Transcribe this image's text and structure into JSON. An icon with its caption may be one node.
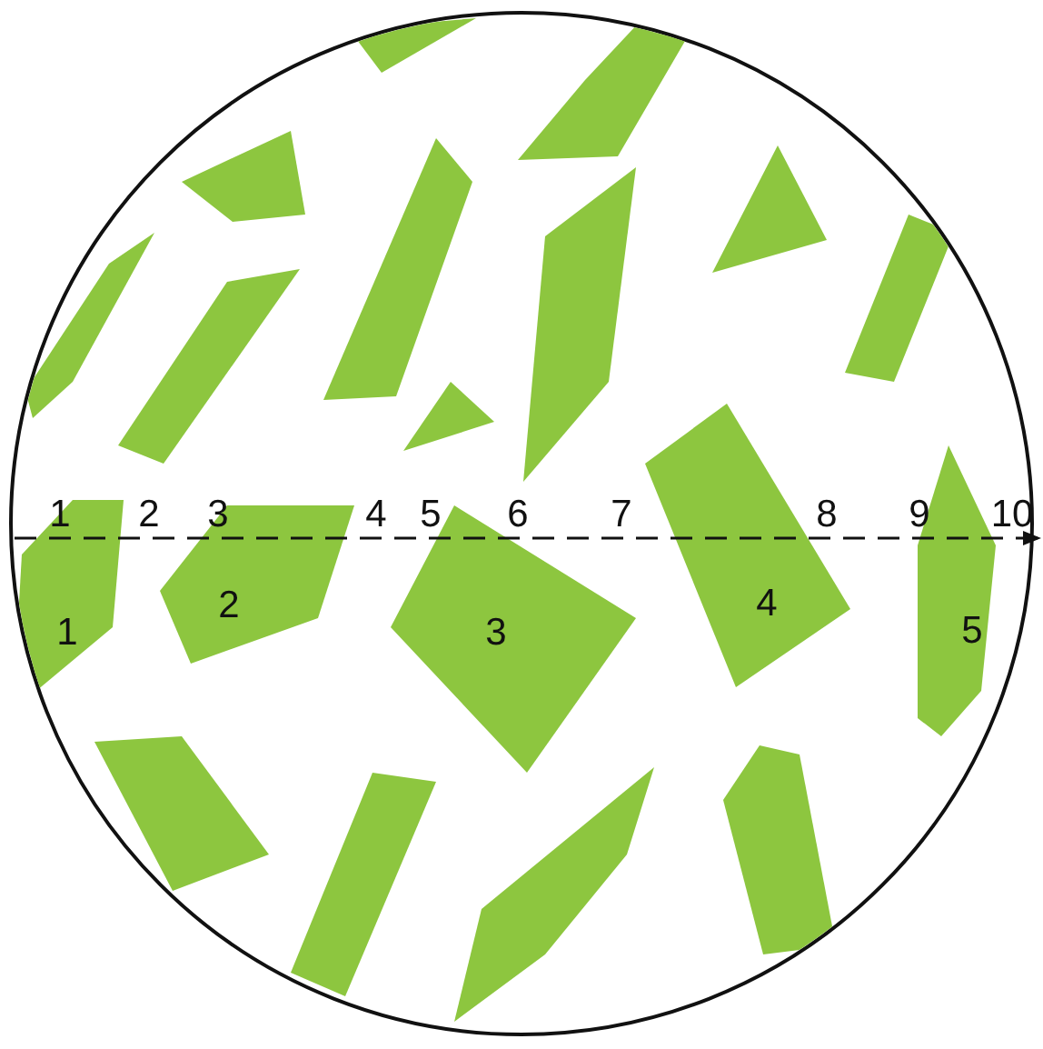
{
  "diagram": {
    "nodes": [
      {
        "text": [],
        "shape": "circle"
      },
      {
        "text": [],
        "shape": "polygon",
        "in": 0
      },
      {
        "text": [],
        "shape": "polygon",
        "in": 0
      },
      {
        "text": [],
        "shape": "polygon",
        "in": 0
      },
      {
        "text": [],
        "shape": "polygon",
        "in": 0
      },
      {
        "text": [],
        "shape": "polygon",
        "in": 0
      },
      {
        "text": [],
        "shape": "polygon",
        "in": 0
      },
      {
        "text": [],
        "shape": "polygon",
        "in": 0
      },
      {
        "text": [],
        "shape": "polygon",
        "in": 0
      },
      {
        "text": [],
        "shape": "polygon",
        "in": 0
      },
      {
        "text": [],
        "shape": "polygon",
        "in": 0
      },
      {
        "text": [
          "1"
        ],
        "in": 0
      },
      {
        "text": [
          "2"
        ],
        "in": 0
      },
      {
        "text": [
          "3"
        ],
        "in": 0
      },
      {
        "text": [
          "4"
        ],
        "in": 0
      },
      {
        "text": [
          "5"
        ],
        "in": 0
      },
      {
        "text": [],
        "shape": "polygon",
        "in": 0
      },
      {
        "text": [],
        "shape": "polygon",
        "in": 0
      },
      {
        "text": [],
        "shape": "polygon",
        "in": 0
      },
      {
        "text": [],
        "shape": "polygon",
        "in": 0
      }
    ],
    "edges": [],
    "labels": [
      "1",
      "2",
      "3",
      "4",
      "5",
      "6",
      "7",
      "8",
      "9",
      "10"
    ]
  }
}
